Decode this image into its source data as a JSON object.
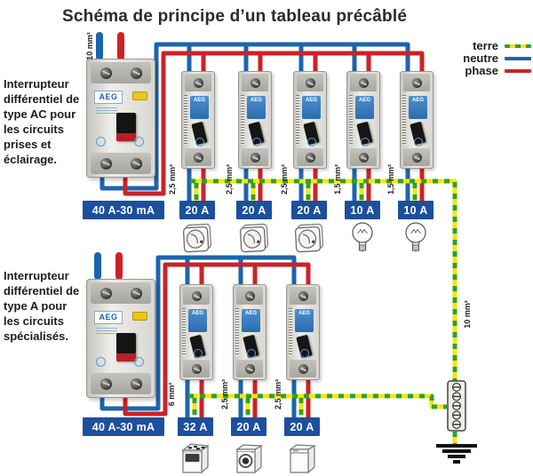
{
  "title": "Schéma de principe d’un tableau précâblé",
  "brand": "AEG",
  "legend": {
    "terre": "terre",
    "neutre": "neutre",
    "phase": "phase"
  },
  "colors": {
    "phase": "#cc2227",
    "neutre": "#1d64ad",
    "terre_yellow": "#f6e60b",
    "terre_green": "#2fa12b",
    "rating_badge_bg": "#1c4f9c"
  },
  "notes": {
    "row1": "Interrupteur différentiel de type AC pour les circuits prises et éclairage.",
    "row2": "Interrupteur différentiel de type A pour les circuits spécialisés."
  },
  "row1": {
    "feed_wire": "10 mm²",
    "differential_rating": "40 A-30 mA",
    "circuits": [
      {
        "wire": "2,5 mm²",
        "rating": "20 A",
        "load": "socket-outlet"
      },
      {
        "wire": "2,5 mm²",
        "rating": "20 A",
        "load": "socket-outlet"
      },
      {
        "wire": "2,5 mm²",
        "rating": "20 A",
        "load": "socket-outlet"
      },
      {
        "wire": "1,5 mm²",
        "rating": "10 A",
        "load": "light-bulb"
      },
      {
        "wire": "1,5 mm²",
        "rating": "10 A",
        "load": "light-bulb"
      }
    ]
  },
  "row2": {
    "differential_rating": "40 A-30 mA",
    "circuits": [
      {
        "wire": "6 mm²",
        "rating": "32 A",
        "load": "cooker"
      },
      {
        "wire": "2,5 mm²",
        "rating": "20 A",
        "load": "washing-machine"
      },
      {
        "wire": "2,5 mm²",
        "rating": "20 A",
        "load": "dishwasher"
      }
    ]
  },
  "earth": {
    "wire": "10 mm²"
  }
}
